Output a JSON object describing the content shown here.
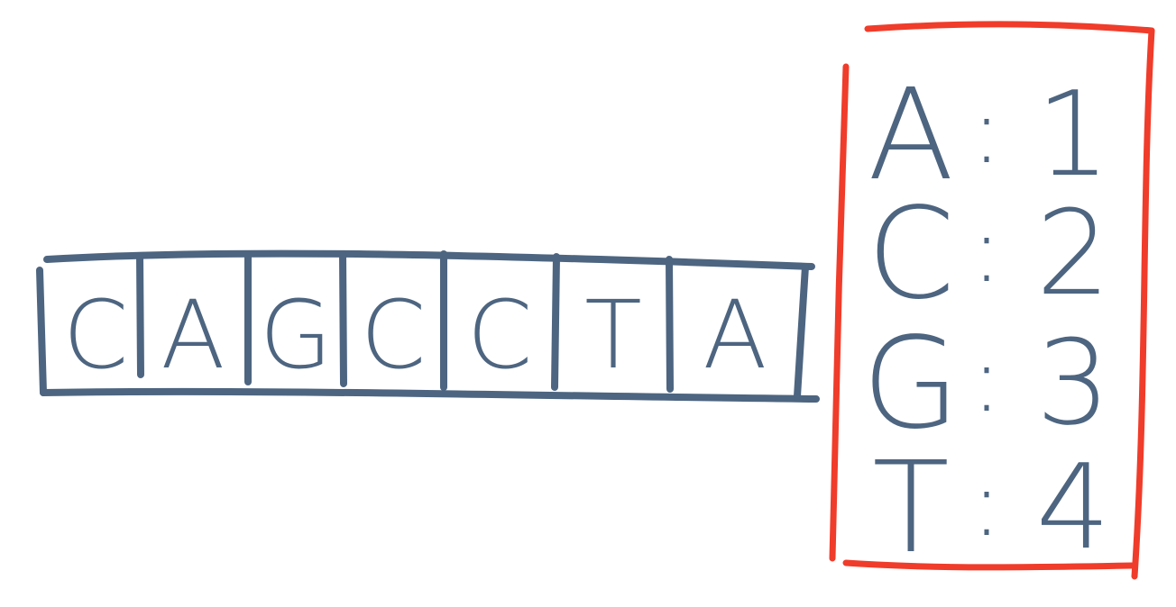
{
  "colors": {
    "ink": "#4d6580",
    "highlight": "#f03c2a",
    "background": "#ffffff"
  },
  "sequence": [
    "C",
    "A",
    "G",
    "C",
    "C",
    "T",
    "A"
  ],
  "mapping": [
    {
      "letter": "A",
      "separator": ":",
      "value": "1"
    },
    {
      "letter": "C",
      "separator": ":",
      "value": "2"
    },
    {
      "letter": "G",
      "separator": ":",
      "value": "3"
    },
    {
      "letter": "T",
      "separator": ":",
      "value": "4"
    }
  ]
}
